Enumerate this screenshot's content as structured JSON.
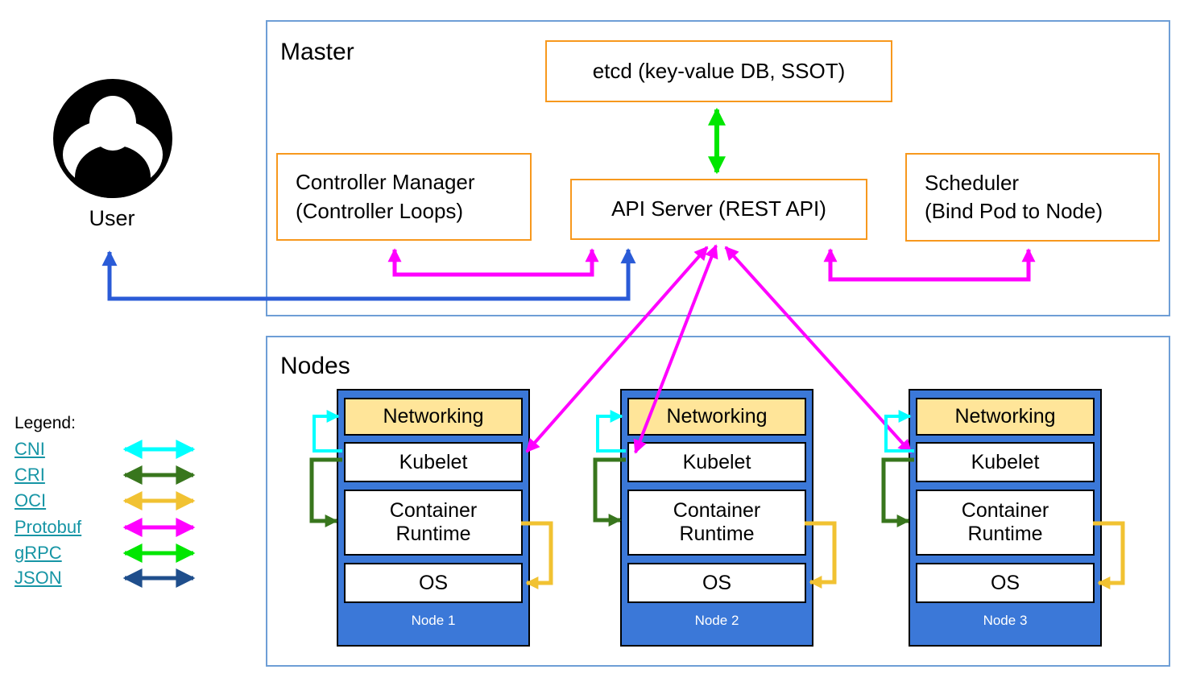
{
  "colors": {
    "panel_border": "#6e9ed6",
    "box_orange": "#f7981d",
    "node_blue": "#3b78d8",
    "networking_yellow": "#ffe599",
    "magenta": "#ff00ff",
    "cyan": "#00ffff",
    "green_dark": "#38761d",
    "gold": "#f1c232",
    "green": "#00e600",
    "navy": "#1f4e8c",
    "blue": "#2a5bd7",
    "link_teal": "#1695a5"
  },
  "user": {
    "label": "User"
  },
  "master": {
    "title": "Master",
    "etcd_label": "etcd (key-value DB, SSOT)",
    "api_server_label": "API Server (REST API)",
    "controller_manager_line1": "Controller Manager",
    "controller_manager_line2": "(Controller Loops)",
    "scheduler_line1": "Scheduler",
    "scheduler_line2": "(Bind Pod to Node)"
  },
  "nodes_panel": {
    "title": "Nodes"
  },
  "nodes": [
    {
      "title": "Node 1",
      "layers": {
        "networking": "Networking",
        "kubelet": "Kubelet",
        "container_runtime": "Container Runtime",
        "os": "OS"
      }
    },
    {
      "title": "Node 2",
      "layers": {
        "networking": "Networking",
        "kubelet": "Kubelet",
        "container_runtime": "Container Runtime",
        "os": "OS"
      }
    },
    {
      "title": "Node 3",
      "layers": {
        "networking": "Networking",
        "kubelet": "Kubelet",
        "container_runtime": "Container Runtime",
        "os": "OS"
      }
    }
  ],
  "legend": {
    "title": "Legend:",
    "items": [
      {
        "label": "CNI",
        "color": "cyan"
      },
      {
        "label": "CRI",
        "color": "green_dark"
      },
      {
        "label": "OCI",
        "color": "gold"
      },
      {
        "label": "Protobuf",
        "color": "magenta"
      },
      {
        "label": "gRPC",
        "color": "green"
      },
      {
        "label": "JSON",
        "color": "navy"
      }
    ]
  }
}
